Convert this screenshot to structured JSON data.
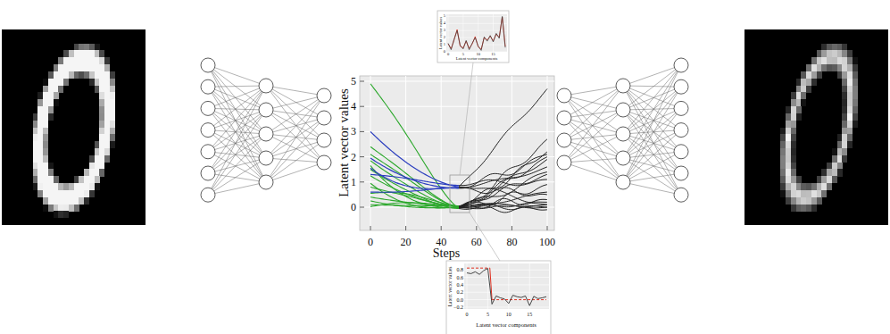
{
  "diagram": {
    "labels": [
      "Latent vector values",
      "Steps",
      "0",
      "1",
      "2",
      "3",
      "4",
      "5",
      "0",
      "20",
      "40",
      "60",
      "80",
      "100",
      "Latent vector values",
      "Latent vector components",
      "0",
      "1",
      "2",
      "3",
      "4",
      "5",
      "0",
      "5",
      "10",
      "15",
      "Latent vector values",
      "Latent vector components",
      "−0.2",
      "0.0",
      "0.2",
      "0.4",
      "0.6",
      "0.8",
      "0",
      "5",
      "10",
      "15"
    ]
  }
}
